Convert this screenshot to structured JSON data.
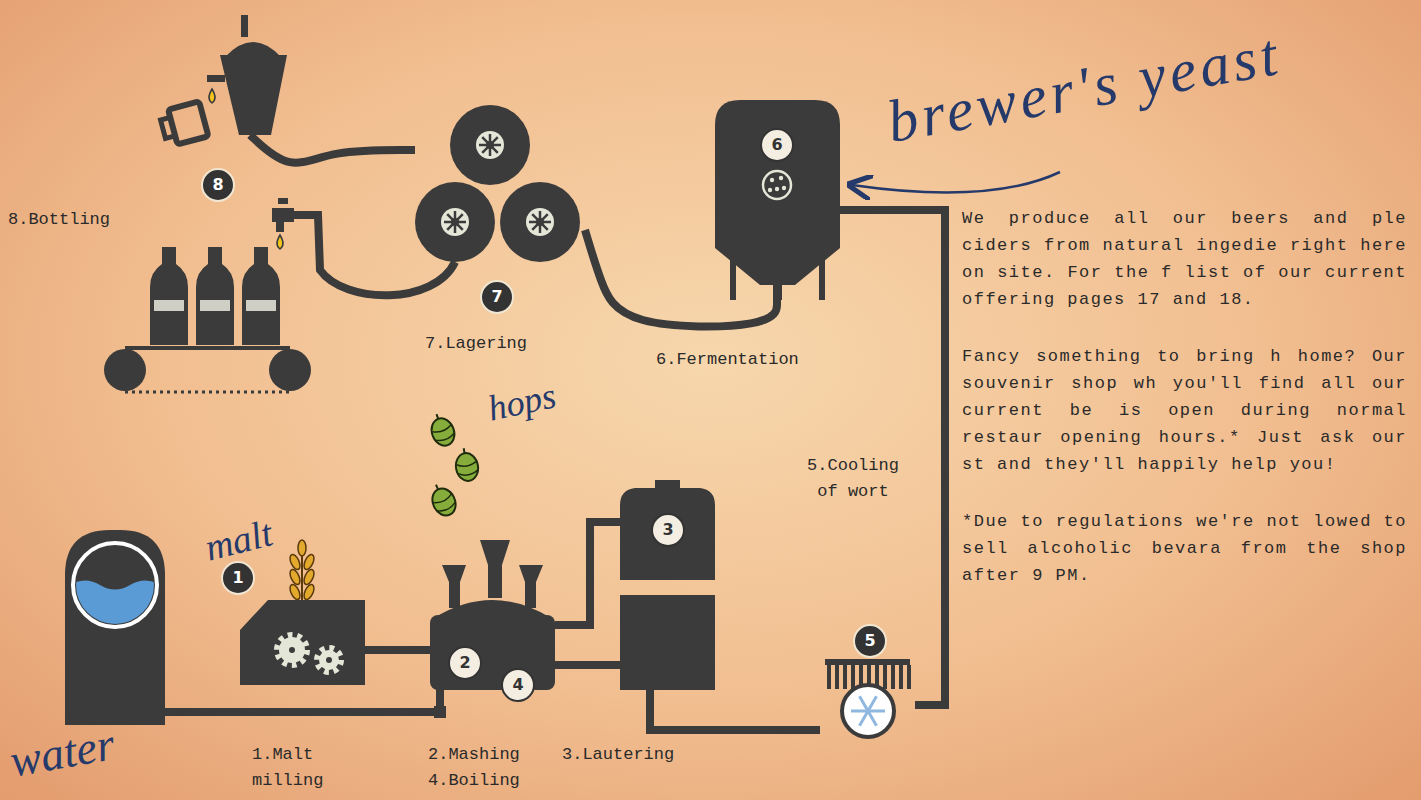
{
  "diagram": {
    "nodes": [
      {
        "text": [
          "1"
        ]
      },
      {
        "text": [
          "2",
          "4"
        ]
      },
      {
        "text": [
          "3"
        ]
      },
      {
        "text": [
          "5"
        ]
      },
      {
        "text": [
          "6"
        ]
      },
      {
        "text": [
          "7"
        ]
      },
      {
        "text": [
          "8"
        ]
      }
    ],
    "edges": [
      {
        "from": 0,
        "to": 1,
        "arrow": "none"
      },
      {
        "from": 1,
        "to": 2,
        "arrow": "none"
      },
      {
        "from": 1,
        "to": 2,
        "arrow": "none"
      },
      {
        "from": 2,
        "to": 3,
        "arrow": "none"
      },
      {
        "from": 3,
        "to": 4,
        "arrow": "none"
      },
      {
        "from": 4,
        "to": 5,
        "arrow": "none"
      },
      {
        "from": 5,
        "to": 6,
        "arrow": "none"
      }
    ],
    "labels": [
      "malt",
      "hops",
      "water",
      "brewer's yeast",
      "1.Malt milling",
      "2.Mashing",
      "4.Boiling",
      "3.Lautering",
      "5.Cooling of wort",
      "6.Fermentation",
      "7.Lagering",
      "8.Bottling",
      "We produce all our beers and ple ciders from natural ingedie right here on site. For the f list of our current offering pages 17 and 18.",
      "Fancy something to bring h home? Our souvenir shop wh you'll find all our current be is open during normal restaur opening hours.* Just ask our st and they'll happily help you!",
      "*Due to regulations we're not lowed to sell alcoholic bevara from the shop after 9 PM."
    ]
  }
}
